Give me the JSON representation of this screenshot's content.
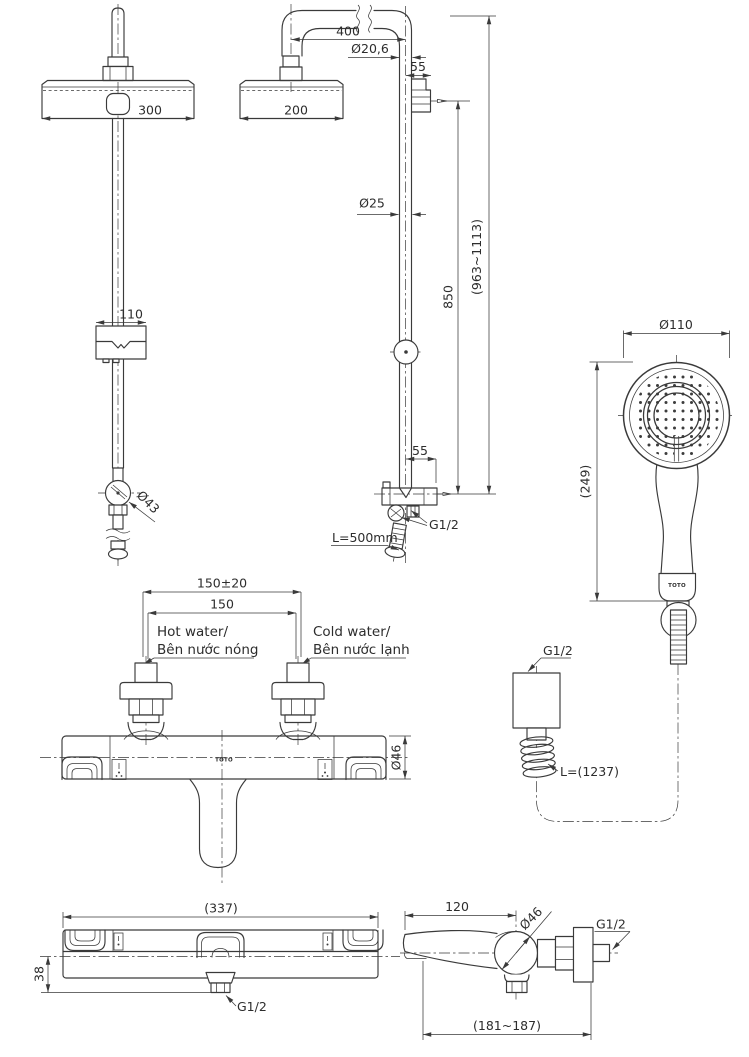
{
  "drawing": {
    "brand": "TOTO",
    "shower_column_front": {
      "head_width": "300",
      "slider_height": "110",
      "knob_dia": "Ø43"
    },
    "shower_column_side": {
      "arm_reach": "400",
      "arm_pipe_dia": "Ø20,6",
      "top_bracket_offset": "55",
      "head_width": "200",
      "pipe_dia": "Ø25",
      "pipe_length": "850",
      "total_height": "(963~1113)",
      "bottom_bracket_offset": "55",
      "outlet_thread": "G1/2",
      "hose_length": "L=500mm"
    },
    "hand_shower": {
      "head_dia": "Ø110",
      "length": "(249)",
      "logo": "TOTO",
      "wall_thread": "G1/2",
      "hose_length": "L=(1237)"
    },
    "mixer_front": {
      "inlet_span_tolerance": "150±20",
      "inlet_span": "150",
      "hot_label_en": "Hot water/",
      "hot_label_vi": "Bên nước nóng",
      "cold_label_en": "Cold water/",
      "cold_label_vi": "Bên nước lạnh",
      "body_dia": "Ø46",
      "logo": "TOTO"
    },
    "mixer_top": {
      "overall_width": "(337)",
      "depth": "38",
      "outlet_thread": "G1/2"
    },
    "mixer_side": {
      "spout_length": "120",
      "body_dia": "Ø46",
      "wall_thread": "G1/2",
      "wall_depth_range": "(181~187)"
    }
  }
}
